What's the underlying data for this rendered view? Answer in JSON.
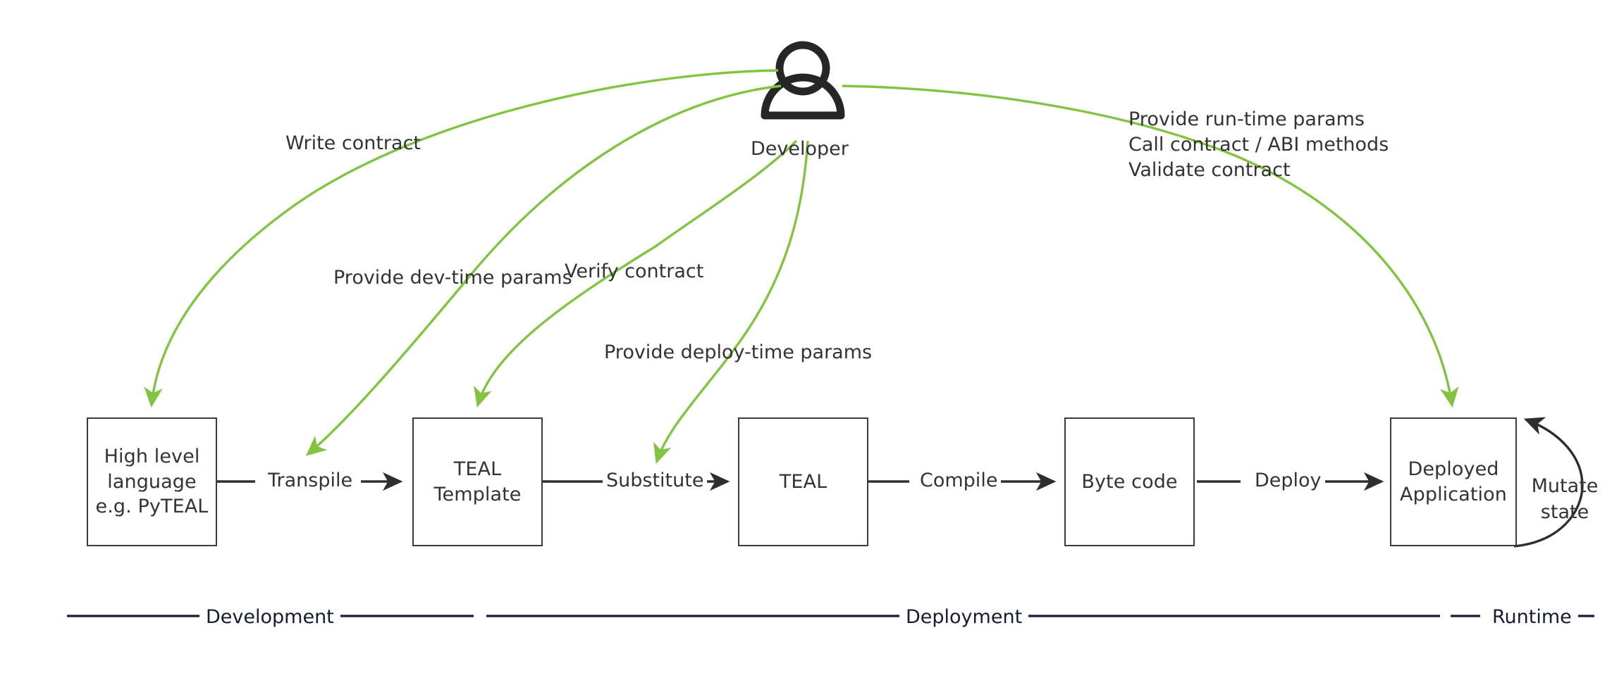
{
  "diagram": {
    "title": "Algorand smart contract development lifecycle",
    "colors": {
      "green_arrow": "#82c341",
      "node_border": "#3b3b3b",
      "text": "#333333",
      "phase_rule": "#151c33",
      "background": "#ffffff"
    },
    "actor": {
      "name": "Developer",
      "icon": "person-icon"
    },
    "nodes": [
      {
        "id": "high-level-language",
        "label": "High level\nlanguage\ne.g. PyTEAL"
      },
      {
        "id": "teal-template",
        "label": "TEAL\nTemplate"
      },
      {
        "id": "teal",
        "label": "TEAL"
      },
      {
        "id": "byte-code",
        "label": "Byte code"
      },
      {
        "id": "deployed-application",
        "label": "Deployed\nApplication"
      }
    ],
    "flow_edges": [
      {
        "id": "transpile",
        "label": "Transpile",
        "from": "high-level-language",
        "to": "teal-template"
      },
      {
        "id": "substitute",
        "label": "Substitute",
        "from": "teal-template",
        "to": "teal"
      },
      {
        "id": "compile",
        "label": "Compile",
        "from": "teal",
        "to": "byte-code"
      },
      {
        "id": "deploy",
        "label": "Deploy",
        "from": "byte-code",
        "to": "deployed-application"
      }
    ],
    "self_edge": {
      "id": "mutate-state",
      "label": "Mutate\nstate",
      "on": "deployed-application"
    },
    "developer_actions": [
      {
        "id": "write-contract",
        "label": "Write contract",
        "target": "high-level-language"
      },
      {
        "id": "provide-dev-time-params",
        "label": "Provide dev-time params",
        "target": "transpile"
      },
      {
        "id": "verify-contract",
        "label": "Verify contract",
        "target": "teal-template"
      },
      {
        "id": "provide-deploy-time-params",
        "label": "Provide deploy-time params",
        "target": "substitute"
      },
      {
        "id": "runtime-actions",
        "label": "Provide run-time params\nCall contract / ABI methods\nValidate contract",
        "target": "deployed-application",
        "lines": [
          "Provide run-time params",
          "Call contract / ABI methods",
          "Validate contract"
        ]
      }
    ],
    "phases": [
      {
        "id": "development",
        "label": "Development"
      },
      {
        "id": "deployment",
        "label": "Deployment"
      },
      {
        "id": "runtime",
        "label": "Runtime"
      }
    ]
  }
}
